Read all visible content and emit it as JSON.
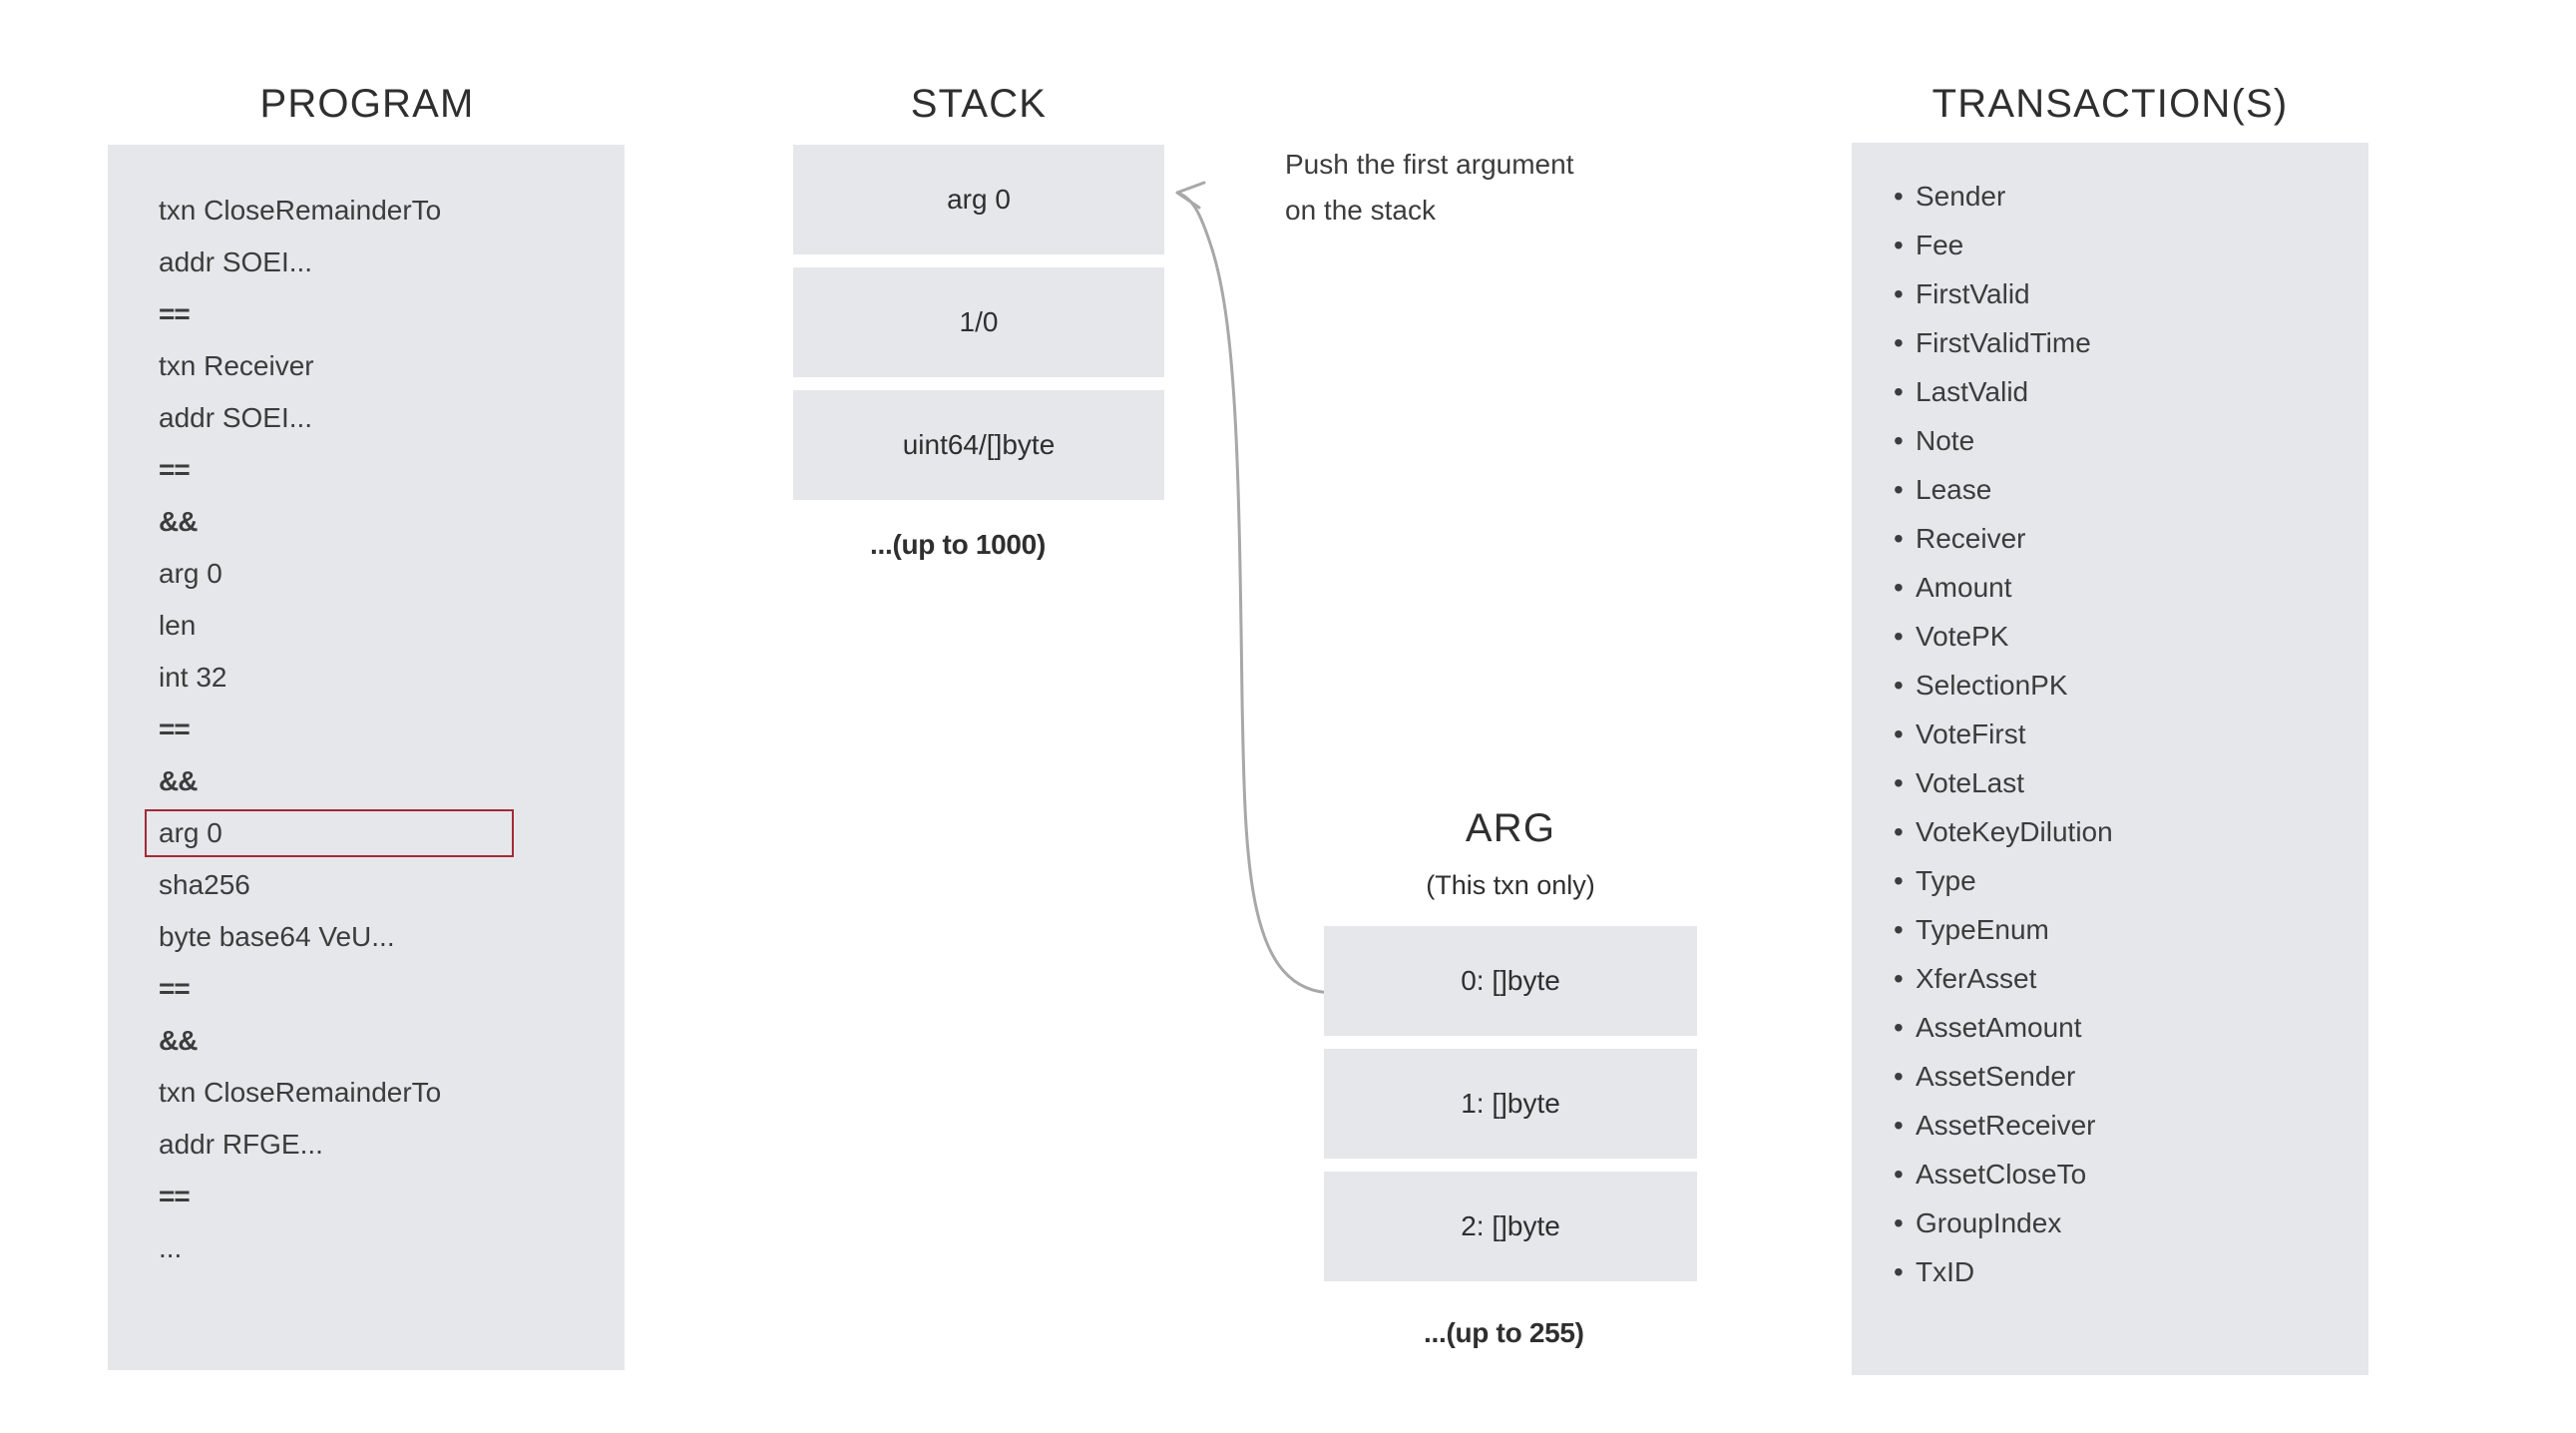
{
  "colors": {
    "panel_gray": "#e5e7ea",
    "text": "#3c3c3c",
    "heading": "#2f2f2f",
    "highlight_border": "#a32b36",
    "arrow": "#9a9a9a",
    "background": "#ffffff"
  },
  "program": {
    "title": "PROGRAM",
    "lines": [
      {
        "text": "txn CloseRemainderTo",
        "highlighted": false
      },
      {
        "text": "addr SOEI...",
        "highlighted": false
      },
      {
        "text": "==",
        "highlighted": false
      },
      {
        "text": "txn Receiver",
        "highlighted": false
      },
      {
        "text": "addr SOEI...",
        "highlighted": false
      },
      {
        "text": "==",
        "highlighted": false
      },
      {
        "text": "&&",
        "highlighted": false
      },
      {
        "text": "arg 0",
        "highlighted": false
      },
      {
        "text": "len",
        "highlighted": false
      },
      {
        "text": "int 32",
        "highlighted": false
      },
      {
        "text": "==",
        "highlighted": false
      },
      {
        "text": "&&",
        "highlighted": false
      },
      {
        "text": "arg 0",
        "highlighted": true
      },
      {
        "text": "sha256",
        "highlighted": false
      },
      {
        "text": "byte base64 VeU...",
        "highlighted": false
      },
      {
        "text": "==",
        "highlighted": false
      },
      {
        "text": "&&",
        "highlighted": false
      },
      {
        "text": "txn CloseRemainderTo",
        "highlighted": false
      },
      {
        "text": "addr RFGE...",
        "highlighted": false
      },
      {
        "text": "==",
        "highlighted": false
      },
      {
        "text": "...",
        "highlighted": false
      }
    ]
  },
  "stack": {
    "title": "STACK",
    "cells": [
      {
        "label": "arg 0"
      },
      {
        "label": "1/0"
      },
      {
        "label": "uint64/[]byte"
      }
    ],
    "footer": "...(up to 1000)"
  },
  "arg": {
    "title": "ARG",
    "subtitle": "(This txn only)",
    "cells": [
      {
        "label": "0: []byte"
      },
      {
        "label": "1: []byte"
      },
      {
        "label": "2: []byte"
      }
    ],
    "footer": "...(up to 255)"
  },
  "transactions": {
    "title": "TRANSACTION(S)",
    "bullet": "•",
    "fields": [
      "Sender",
      "Fee",
      "FirstValid",
      "FirstValidTime",
      "LastValid",
      "Note",
      "Lease",
      "Receiver",
      "Amount",
      "VotePK",
      "SelectionPK",
      "VoteFirst",
      "VoteLast",
      "VoteKeyDilution",
      "Type",
      "TypeEnum",
      "XferAsset",
      "AssetAmount",
      "AssetSender",
      "AssetReceiver",
      "AssetCloseTo",
      "GroupIndex",
      "TxID"
    ]
  },
  "annotation": {
    "line1": "Push the first argument",
    "line2": "on the stack"
  }
}
